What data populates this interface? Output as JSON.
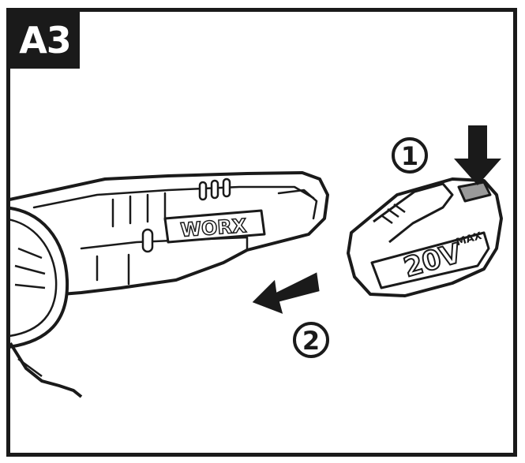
{
  "figure": {
    "step_label": "A3",
    "brand": "WORX",
    "battery_voltage": "20V",
    "battery_tag": "MAX",
    "step1_number": "1",
    "step2_number": "2",
    "colors": {
      "ink": "#1a1a1a",
      "paper": "#ffffff",
      "button_gray": "#9a9a9a"
    }
  }
}
